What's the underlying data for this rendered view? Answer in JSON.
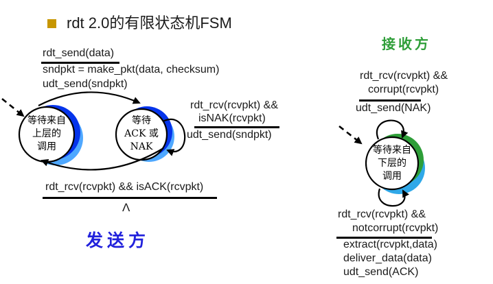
{
  "slide": {
    "title": "rdt 2.0的有限状态机FSM",
    "sender": {
      "role_label": "发送方",
      "states": {
        "wait_above": [
          "等待来自",
          "上层的",
          "调用"
        ],
        "wait_acknak": [
          "等待",
          "ACK 或",
          "NAK"
        ]
      },
      "transitions": {
        "send": {
          "event": "rdt_send(data)",
          "actions": [
            "sndpkt = make_pkt(data, checksum)",
            "udt_send(sndpkt)"
          ]
        },
        "nak": {
          "event_line1": "rdt_rcv(rcvpkt) &&",
          "event_line2": "isNAK(rcvpkt)",
          "action": "udt_send(sndpkt)"
        },
        "ack": {
          "event": "rdt_rcv(rcvpkt) && isACK(rcvpkt)",
          "action": "Λ"
        }
      }
    },
    "receiver": {
      "role_label": "接收方",
      "states": {
        "wait_below": [
          "等待来自",
          "下层的",
          "调用"
        ]
      },
      "transitions": {
        "corrupt": {
          "event_line1": "rdt_rcv(rcvpkt) &&",
          "event_line2": "corrupt(rcvpkt)",
          "action": "udt_send(NAK)"
        },
        "notcorrupt": {
          "event_line1": "rdt_rcv(rcvpkt) &&",
          "event_line2": "notcorrupt(rcvpkt)",
          "actions": [
            "extract(rcvpkt,data)",
            "deliver_data(data)",
            "udt_send(ACK)"
          ]
        }
      }
    },
    "colors": {
      "bullet": "#C79600",
      "sender_label_blue": "#2121DC",
      "receiver_label_green": "#2E9E38",
      "state_shadow_blue": "#0534EB",
      "state_shadow_lightblue": "#4FA8FF",
      "state_shadow_green": "#2E9E38",
      "state_shadow_cyan": "#2FA8E8",
      "line_black": "#000000"
    }
  }
}
